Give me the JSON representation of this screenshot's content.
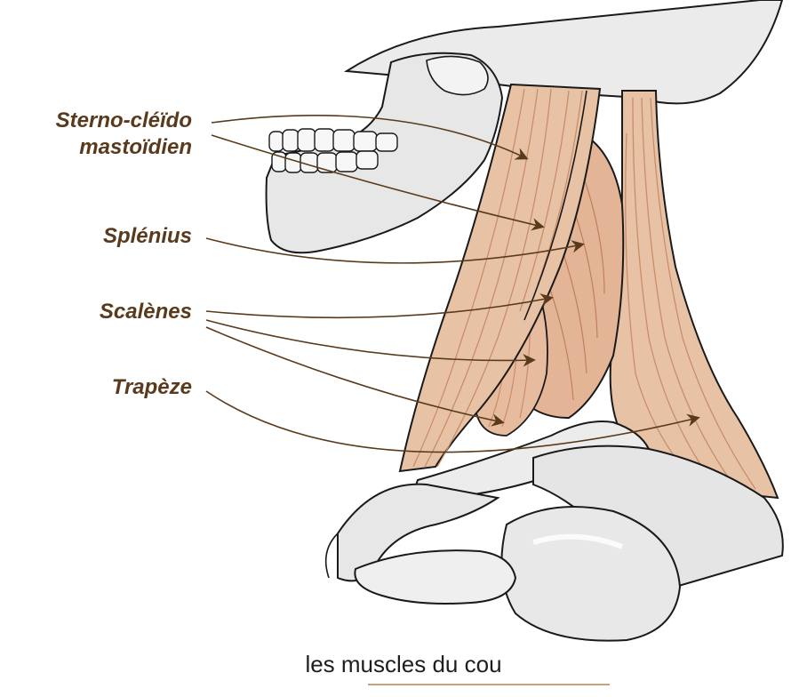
{
  "labels": {
    "scm_line1": "Sterno-cléïdo",
    "scm_line2": "mastoïdien",
    "splenius": "Splénius",
    "scalenes": "Scalènes",
    "trapeze": "Trapèze"
  },
  "caption": "les muscles du cou",
  "colors": {
    "label_text": "#5a3a1c",
    "leader_line": "#5a3a1c",
    "muscle_fill": "#e8c2a4",
    "muscle_fiber": "#c88e6c",
    "bone_fill": "#e9e9e9",
    "outline": "#1a1a1a",
    "caption_rule": "#caa27a"
  }
}
